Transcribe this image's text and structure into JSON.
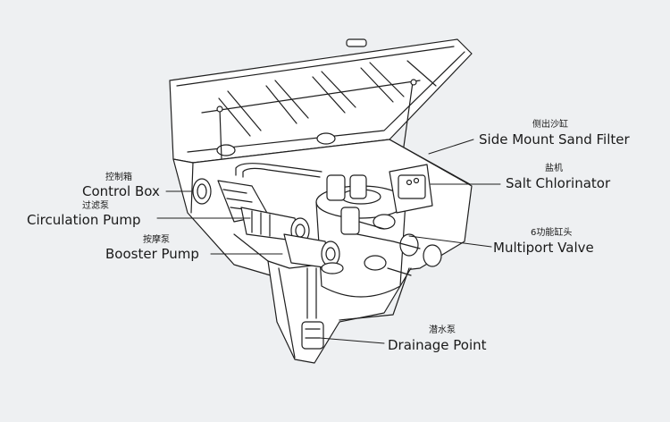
{
  "labels": {
    "side_mount_sand_filter": {
      "zh": "侧出沙缸",
      "en": "Side Mount Sand Filter"
    },
    "salt_chlorinator": {
      "zh": "盐机",
      "en": "Salt Chlorinator"
    },
    "control_box": {
      "zh": "控制箱",
      "en": "Control Box"
    },
    "circulation_pump": {
      "zh": "过滤泵",
      "en": "Circulation Pump"
    },
    "booster_pump": {
      "zh": "按摩泵",
      "en": "Booster Pump"
    },
    "multiport_valve": {
      "zh": "6功能缸头",
      "en": "Multiport Valve"
    },
    "drainage_point": {
      "zh": "潜水泵",
      "en": "Drainage Point"
    }
  },
  "colors": {
    "background": "#eef0f2",
    "line": "#1f1f1f",
    "fill": "#ffffff"
  }
}
